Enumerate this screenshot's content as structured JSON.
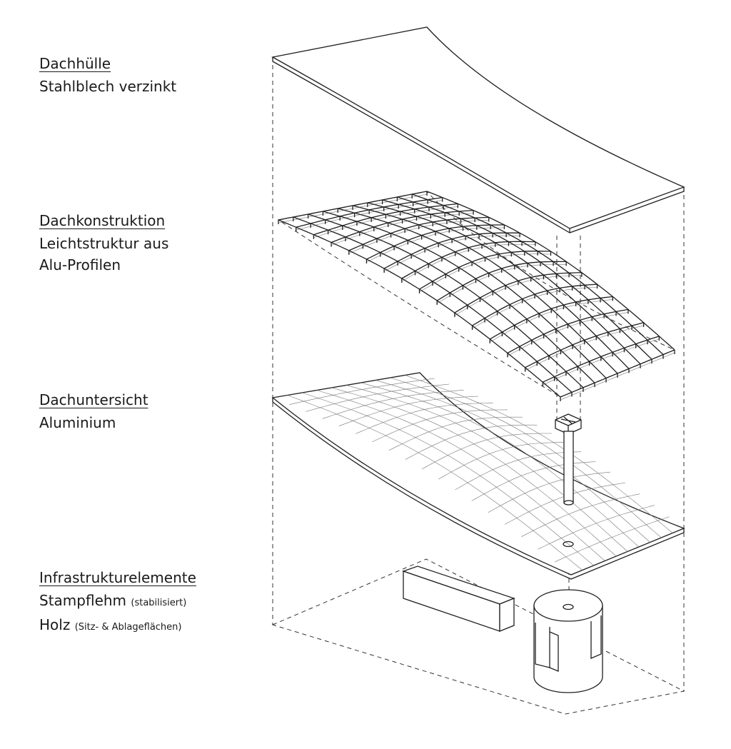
{
  "layers": [
    {
      "title": "Dachhülle",
      "lines": [
        "Stahlblech verzinkt"
      ]
    },
    {
      "title": "Dachkonstruktion",
      "lines": [
        "Leichtstruktur aus",
        "Alu-Profilen"
      ]
    },
    {
      "title": "Dachuntersicht",
      "lines": [
        "Aluminium"
      ]
    },
    {
      "title": "Infrastrukturelemente",
      "material1": "Stampflehm",
      "material1_note": "(stabilisiert)",
      "material2": "Holz",
      "material2_note": "(Sitz- & Ablageflächen)"
    }
  ]
}
